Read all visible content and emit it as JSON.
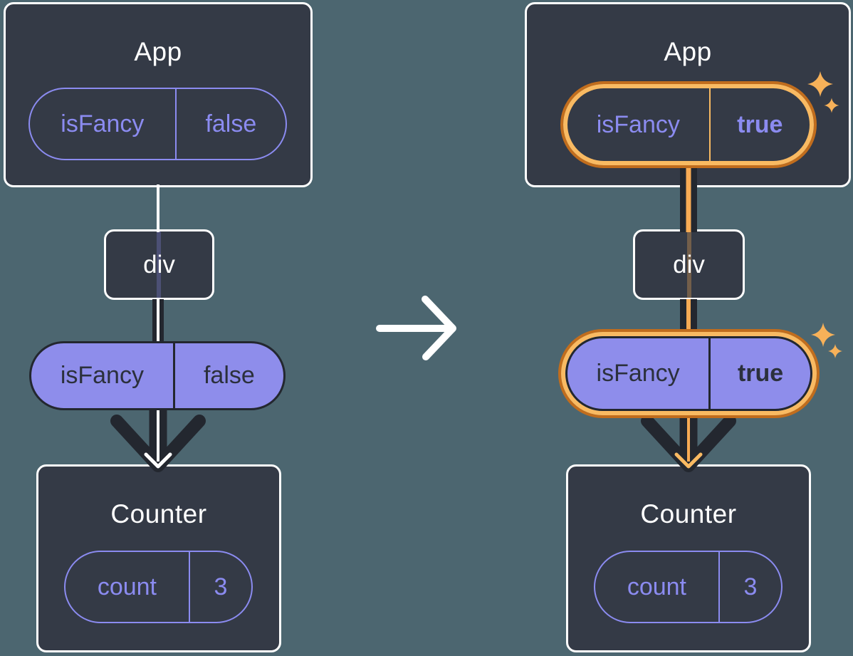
{
  "colors": {
    "background": "#4C6670",
    "node_fill": "#343A46",
    "node_border": "#FFFFFF",
    "purple": "#8B8BF0",
    "purple_fill": "#8E8DEB",
    "dark_ink": "#23272F",
    "highlight_orange_dark": "#C16D1D",
    "highlight_orange_light": "#F9BA62",
    "flow_orange": "#F8AB54",
    "sparkle": "#F7B159",
    "transition_arrow": "#FFFFFF"
  },
  "left_tree": {
    "app": {
      "title": "App",
      "prop": {
        "name": "isFancy",
        "value": "false"
      }
    },
    "div_node": {
      "label": "div"
    },
    "passed_prop": {
      "name": "isFancy",
      "value": "false"
    },
    "counter": {
      "title": "Counter",
      "state": {
        "name": "count",
        "value": "3"
      }
    }
  },
  "right_tree": {
    "app": {
      "title": "App",
      "prop": {
        "name": "isFancy",
        "value": "true"
      }
    },
    "div_node": {
      "label": "div"
    },
    "passed_prop": {
      "name": "isFancy",
      "value": "true"
    },
    "counter": {
      "title": "Counter",
      "state": {
        "name": "count",
        "value": "3"
      }
    }
  }
}
